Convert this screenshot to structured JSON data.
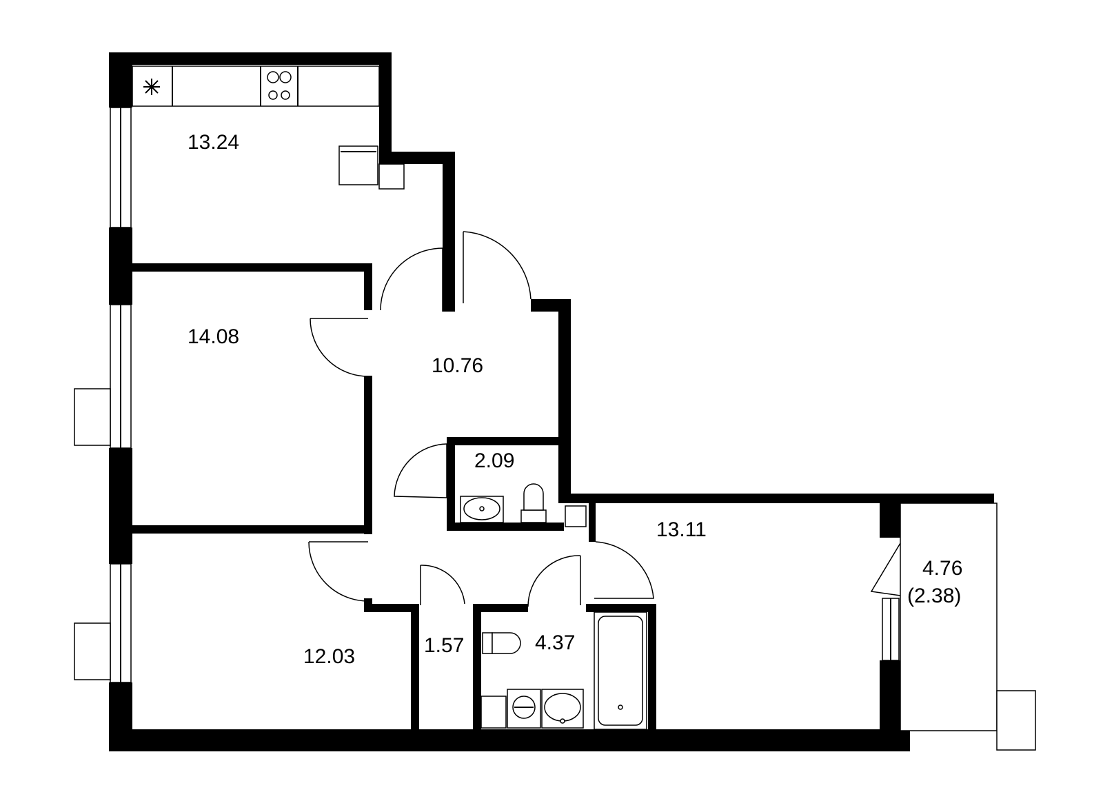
{
  "rooms": {
    "kitchen": {
      "area": "13.24"
    },
    "bedroom_top": {
      "area": "14.08"
    },
    "hall": {
      "area": "10.76"
    },
    "wc": {
      "area": "2.09"
    },
    "living": {
      "area": "13.11"
    },
    "bedroom_bottom": {
      "area": "12.03"
    },
    "closet": {
      "area": "1.57"
    },
    "bathroom": {
      "area": "4.37"
    },
    "balcony": {
      "area": "4.76",
      "reduced_area": "(2.38)"
    }
  },
  "colors": {
    "wall": "#000000",
    "background": "#ffffff"
  }
}
